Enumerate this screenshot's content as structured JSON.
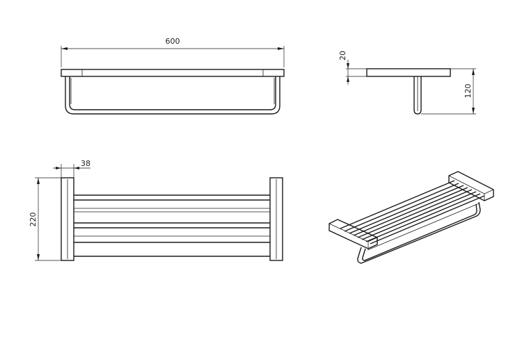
{
  "dimensions": {
    "length": "600",
    "thickness": "20",
    "height": "120",
    "depth": "220",
    "bracket_width": "38"
  },
  "views": [
    "front-view",
    "side-view",
    "top-view",
    "isometric-view"
  ]
}
